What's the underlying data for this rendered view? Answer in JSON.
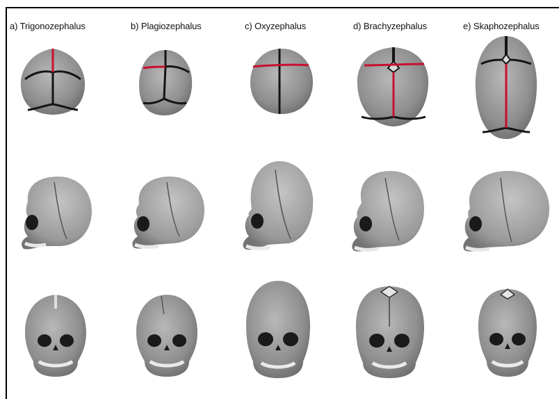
{
  "figure": {
    "labels": [
      "a) Trigonozephalus",
      "b) Plagiozephalus",
      "c) Oxyzephalus",
      "d) Brachyzephalus",
      "e) Skaphozephalus"
    ]
  },
  "colors": {
    "bone": "#8f8f8f",
    "bone_light": "#b3b3b3",
    "suture": "#141414",
    "affected_suture": "#c8102e",
    "frame": "#000000"
  }
}
